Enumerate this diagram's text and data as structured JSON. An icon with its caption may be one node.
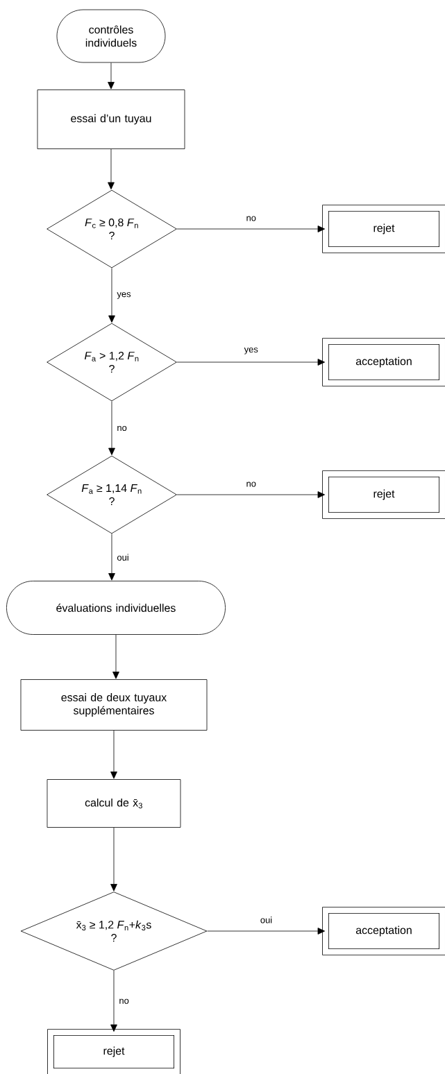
{
  "diagram": {
    "nodes": [
      {
        "text": [
          "contrôles individuels"
        ]
      },
      {
        "text": [
          "essai d’un tuyau"
        ]
      },
      {
        "text": [
          "*F*$_{c}$ ≥ 0,8 *F*$_{n}$",
          "?"
        ]
      },
      {
        "text": [
          "rejet"
        ]
      },
      {
        "text": [
          "*F*$_{a}$ > 1,2 *F*$_{n}$",
          "?"
        ]
      },
      {
        "text": [
          "acceptation"
        ]
      },
      {
        "text": [
          "*F*$_{a}$ ≥ 1,14 *F*$_{n}$",
          "?"
        ]
      },
      {
        "text": [
          "rejet"
        ]
      },
      {
        "text": [
          "évaluations individuelles"
        ]
      },
      {
        "text": [
          "essai de deux tuyaux supplémentaires"
        ]
      },
      {
        "text": [
          "calcul de x̄$_{3}$"
        ]
      },
      {
        "text": [
          "x̄$_{3}$ ≥ 1,2 *F*$_{n}$+*k*$_{3}$s",
          "?"
        ]
      },
      {
        "text": [
          "acceptation"
        ]
      },
      {
        "text": [
          "rejet"
        ]
      }
    ],
    "edges": [
      {
        "from": 0,
        "to": 1,
        "arrow": "to"
      },
      {
        "from": 1,
        "to": 2,
        "arrow": "to"
      },
      {
        "from": 2,
        "to": 3,
        "arrow": "to",
        "label": "no"
      },
      {
        "from": 2,
        "to": 4,
        "arrow": "to",
        "label": "yes"
      },
      {
        "from": 4,
        "to": 5,
        "arrow": "to",
        "label": "yes"
      },
      {
        "from": 4,
        "to": 6,
        "arrow": "to",
        "label": "no"
      },
      {
        "from": 6,
        "to": 7,
        "arrow": "to",
        "label": "no"
      },
      {
        "from": 6,
        "to": 8,
        "arrow": "to",
        "label": "oui"
      },
      {
        "from": 8,
        "to": 9,
        "arrow": "to"
      },
      {
        "from": 9,
        "to": 10,
        "arrow": "to"
      },
      {
        "from": 10,
        "to": 11,
        "arrow": "to"
      },
      {
        "from": 11,
        "to": 12,
        "arrow": "to",
        "label": "oui"
      },
      {
        "from": 11,
        "to": 13,
        "arrow": "to",
        "label": "no"
      }
    ]
  }
}
